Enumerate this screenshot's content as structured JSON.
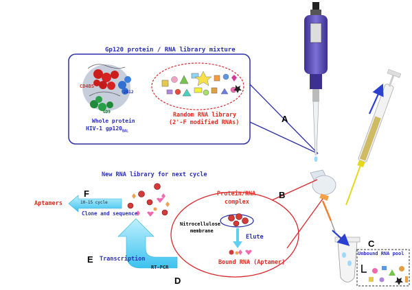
{
  "top_box": {
    "title": "Gp120 protein / RNA library mixture",
    "protein_labels": {
      "cd4bs": "CD4BS",
      "bs_2g12": "2G12",
      "gd": "GD9"
    },
    "protein_caption_1": "Whole protein",
    "protein_caption_2": "HIV-1 gp120",
    "protein_caption_sub": "BAL",
    "library_caption_1": "Random RNA library",
    "library_caption_2": "(2'-F modified RNAs)"
  },
  "cycle": {
    "new_library_label": "New RNA library for next cycle",
    "aptamers_label": "Aptamers",
    "cycle_count_label": "10-15 cycle",
    "clone_label": "Clone and sequence",
    "transcription_label": "Transcription",
    "rtpcr_label": "RT-PCR"
  },
  "complex_area": {
    "protein_rna_label_1": "Protein/RNA",
    "protein_rna_label_2": "complex",
    "membrane_label_1": "Nitrocellulose",
    "membrane_label_2": "membrane",
    "elute_label": "Elute",
    "bound_label": "Bound RNA (Aptamer)"
  },
  "unbound_label": "Unbound RNA pool",
  "steps": {
    "a": "A",
    "b": "B",
    "c": "C",
    "d": "D",
    "e": "E",
    "f": "F"
  },
  "colors": {
    "blue_text": "#2a2fb8",
    "red_text": "#e02b1e",
    "box_border": "#2b2fa8",
    "ellipse_red": "#d9262a",
    "arrow_cyan": "#5fd0f0"
  }
}
